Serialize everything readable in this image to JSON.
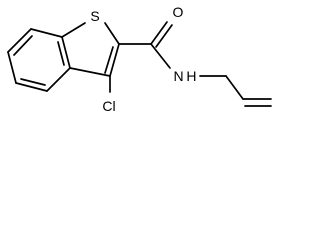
{
  "molecule": {
    "atoms": {
      "sulfur": "S",
      "oxygen": "O",
      "nitrogen_hydrogen": "N H",
      "chlorine": "Cl"
    }
  },
  "colors": {
    "bond": "#000000",
    "label": "#000000",
    "background": "#ffffff"
  }
}
